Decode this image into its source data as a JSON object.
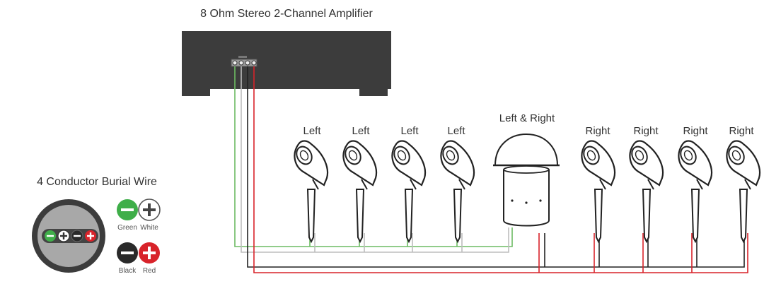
{
  "amplifier": {
    "title": "8 Ohm Stereo 2-Channel Amplifier"
  },
  "legend": {
    "title": "4 Conductor Burial Wire",
    "green_label": "Green",
    "white_label": "White",
    "black_label": "Black",
    "red_label": "Red"
  },
  "speakers": {
    "left_labels": [
      "Left",
      "Left",
      "Left",
      "Left"
    ],
    "center_label": "Left & Right",
    "right_labels": [
      "Right",
      "Right",
      "Right",
      "Right"
    ]
  },
  "colors": {
    "green": "#6dbb63",
    "white": "#bdbdbd",
    "black": "#222222",
    "red": "#d8232a",
    "amp_body": "#3c3c3c"
  }
}
